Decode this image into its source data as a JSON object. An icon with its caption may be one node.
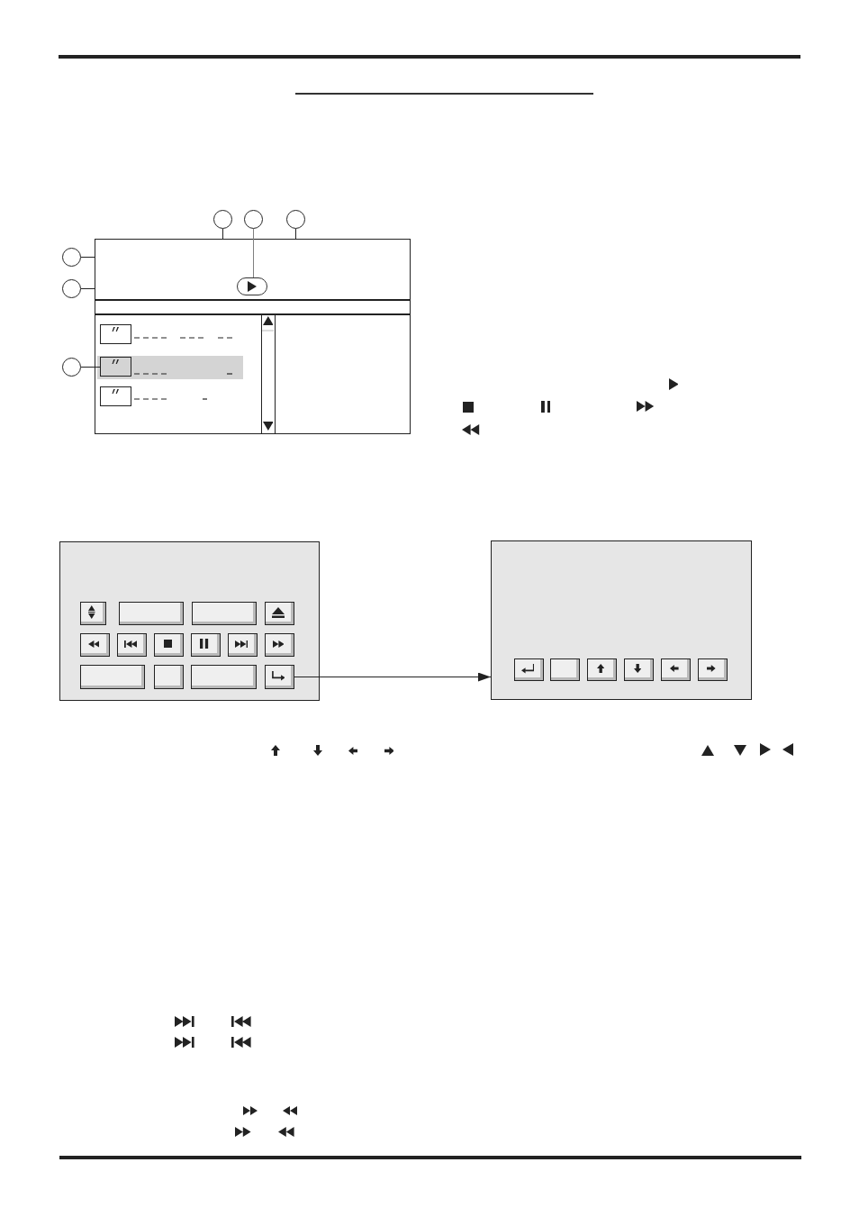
{
  "diagram": {
    "nodes": [
      {
        "text": [],
        "shape": "box"
      },
      {
        "text": [],
        "shape": "button",
        "in": 0
      },
      {
        "text": [],
        "shape": "band",
        "in": 0
      },
      {
        "text": [],
        "shape": "box",
        "in": 0
      },
      {
        "text": [],
        "shape": "box",
        "in": 0
      },
      {
        "text": [],
        "shape": "box",
        "in": 0
      },
      {
        "text": [],
        "shape": "circle"
      },
      {
        "text": [],
        "shape": "circle"
      },
      {
        "text": [],
        "shape": "circle"
      },
      {
        "text": [],
        "shape": "circle"
      },
      {
        "text": [],
        "shape": "circle"
      },
      {
        "text": [],
        "shape": "circle"
      },
      {
        "text": [],
        "shape": "box"
      },
      {
        "text": [],
        "shape": "key",
        "in": 12
      },
      {
        "text": [],
        "shape": "key",
        "in": 12
      },
      {
        "text": [],
        "shape": "key",
        "in": 12
      },
      {
        "text": [],
        "shape": "key",
        "in": 12
      },
      {
        "text": [],
        "shape": "key",
        "in": 12
      },
      {
        "text": [],
        "shape": "key",
        "in": 12
      },
      {
        "text": [],
        "shape": "key",
        "in": 12
      },
      {
        "text": [],
        "shape": "key",
        "in": 12
      },
      {
        "text": [],
        "shape": "key",
        "in": 12
      },
      {
        "text": [],
        "shape": "key",
        "in": 12
      },
      {
        "text": [],
        "shape": "key",
        "in": 12
      },
      {
        "text": [],
        "shape": "key",
        "in": 12
      },
      {
        "text": [],
        "shape": "key",
        "in": 12
      },
      {
        "text": [],
        "shape": "key",
        "in": 12
      },
      {
        "text": [],
        "shape": "box"
      },
      {
        "text": [],
        "shape": "key",
        "in": 27
      },
      {
        "text": [],
        "shape": "key",
        "in": 27
      },
      {
        "text": [],
        "shape": "key",
        "in": 27
      },
      {
        "text": [],
        "shape": "key",
        "in": 27
      },
      {
        "text": [],
        "shape": "key",
        "in": 27
      },
      {
        "text": [],
        "shape": "key",
        "in": 27
      }
    ],
    "edges": [
      {
        "from": 6,
        "to": 0,
        "arrow": "none"
      },
      {
        "from": 7,
        "to": 1,
        "arrow": "none",
        "color": "#808080"
      },
      {
        "from": 8,
        "to": 0,
        "arrow": "none"
      },
      {
        "from": 9,
        "to": 0,
        "arrow": "none"
      },
      {
        "from": 10,
        "to": 0,
        "arrow": "none"
      },
      {
        "from": 11,
        "to": 4,
        "arrow": "none"
      },
      {
        "from": 26,
        "to": 27,
        "arrow": "to"
      }
    ]
  }
}
